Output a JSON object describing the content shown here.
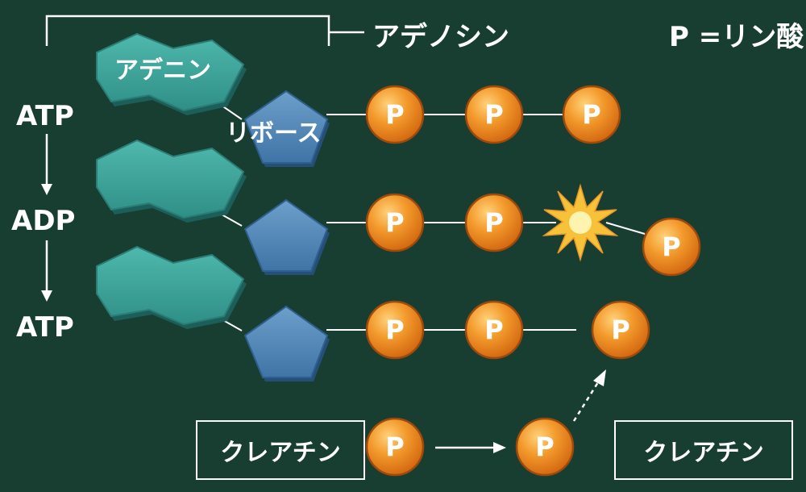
{
  "labels": {
    "adenosine": "アデノシン",
    "legend": "P =リン酸",
    "adenine": "アデニン",
    "ribose": "リボース",
    "phosphate": "P",
    "creatine": "クレアチン"
  },
  "cycle": [
    "ATP",
    "ADP",
    "ATP"
  ],
  "colors": {
    "background": "#173e30",
    "adenine": "#3fa39a",
    "ribose": "#4f86b4",
    "phosphate": "#e87c22",
    "line": "#ffffff"
  }
}
